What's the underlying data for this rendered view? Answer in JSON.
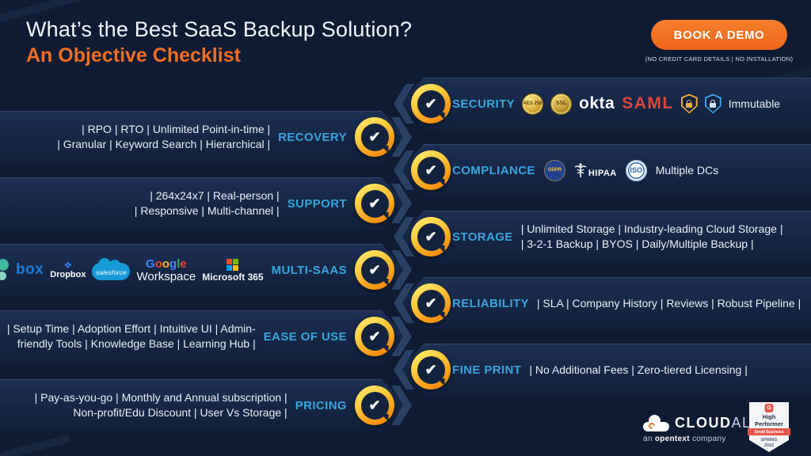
{
  "header": {
    "title": "What’s the Best SaaS Backup Solution?",
    "subtitle": "An Objective Checklist",
    "cta": "BOOK A DEMO",
    "cta_note": "(NO CREDIT CARD DETAILS | NO INSTALLATION)"
  },
  "colors": {
    "background_navy": "#0E1B32",
    "panel_navy": "#1E3054",
    "accent_orange": "#F26D24",
    "label_blue": "#39A5DE",
    "saml_red": "#E0453A",
    "check_gold": "#F99E1C"
  },
  "icons": {
    "check": "✔"
  },
  "left_rows": [
    {
      "label": "RECOVERY",
      "line1": "| RPO | RTO | Unlimited Point-in-time |",
      "line2": "| Granular | Keyword Search | Hierarchical |"
    },
    {
      "label": "SUPPORT",
      "line1": "| 264x24x7 | Real-person |",
      "line2": "| Responsive | Multi-channel |"
    },
    {
      "label": "MULTI-SAAS"
    },
    {
      "label": "EASE OF USE",
      "line1": "| Setup Time | Adoption Effort | Intuitive UI | Admin-",
      "line2": "friendly Tools | Knowledge Base | Learning Hub |"
    },
    {
      "label": "PRICING",
      "line1": "| Pay-as-you-go | Monthly and Annual subscription |",
      "line2": "Non-profit/Edu Discount | User Vs Storage |"
    }
  ],
  "logos": {
    "sharepoint": "S",
    "box": "box",
    "dropbox": "Dropbox",
    "dropbox_glyph": "❖",
    "salesforce": "salesforce",
    "google": [
      "G",
      "o",
      "o",
      "g",
      "l",
      "e"
    ],
    "workspace": "Workspace",
    "microsoft": "Microsoft 365"
  },
  "right_rows": [
    {
      "label": "SECURITY",
      "badges": {
        "aes": "AES 256",
        "ssl": "SSL",
        "okta": "okta",
        "saml": "SAML"
      },
      "text": "Immutable"
    },
    {
      "label": "COMPLIANCE",
      "badges": {
        "gdpr": "GDPR",
        "hipaa": "HIPAA",
        "iso": "ISO"
      },
      "text": "Multiple DCs"
    },
    {
      "label": "STORAGE",
      "line1": "| Unlimited Storage | Industry-leading Cloud Storage |",
      "line2": "| 3-2-1 Backup | BYOS | Daily/Multiple Backup |"
    },
    {
      "label": "RELIABILITY",
      "line1": "| SLA | Company History | Reviews | Robust Pipeline |"
    },
    {
      "label": "FINE PRINT",
      "line1": "| No Additional Fees | Zero-tiered Licensing |"
    }
  ],
  "footer": {
    "brand": {
      "cloud": "CLOUD",
      "ally": "ALLY",
      "sub_an": "an",
      "sub_opentext": "opentext",
      "sub_company": "company"
    },
    "award": {
      "g": "G",
      "line1": "High",
      "line2": "Performer",
      "ribbon": "Small Business",
      "season": "SPRING",
      "year": "2022"
    }
  }
}
